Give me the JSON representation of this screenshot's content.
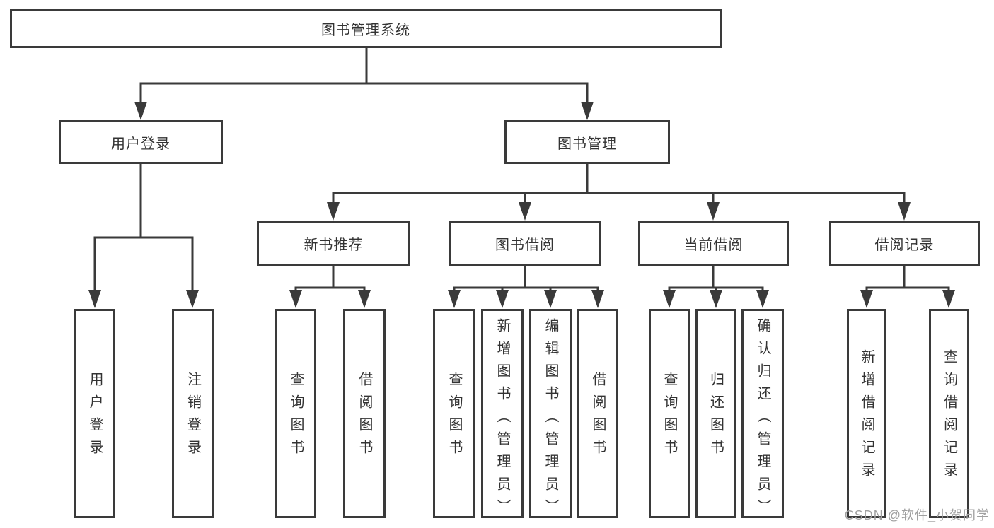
{
  "diagram_title": "图书管理系统",
  "watermark": "CSDN @软件_小贺同学",
  "colors": {
    "line": "#3a3a3a",
    "text": "#333333",
    "watermark": "#a0a0a0",
    "background": "#ffffff"
  },
  "root": {
    "label": "图书管理系统"
  },
  "level2": [
    {
      "label": "用户登录"
    },
    {
      "label": "图书管理"
    }
  ],
  "level3": [
    {
      "label": "新书推荐"
    },
    {
      "label": "图书借阅"
    },
    {
      "label": "当前借阅"
    },
    {
      "label": "借阅记录"
    }
  ],
  "leaves": {
    "user": [
      "用户登录",
      "注销登录"
    ],
    "recommend": [
      "查询图书",
      "借阅图书"
    ],
    "borrow": [
      "查询图书",
      "新增图书（管理员）",
      "编辑图书（管理员）",
      "借阅图书"
    ],
    "current": [
      "查询图书",
      "归还图书",
      "确认归还（管理员）"
    ],
    "record": [
      "新增借阅记录",
      "查询借阅记录"
    ]
  }
}
